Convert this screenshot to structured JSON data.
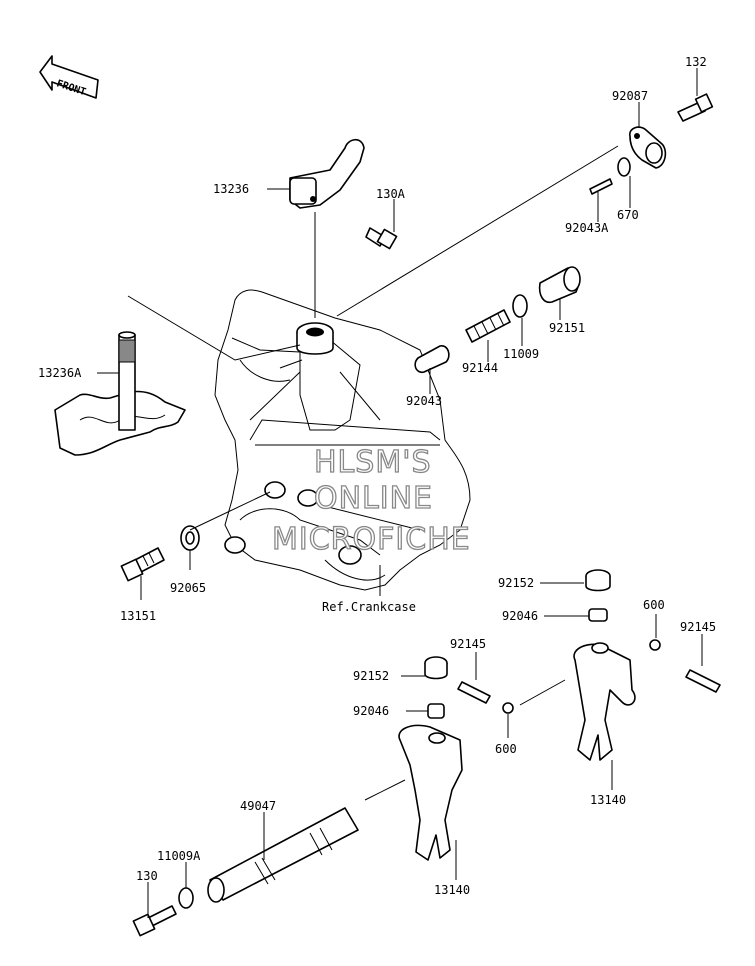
{
  "front_label": "FRONT",
  "ref_label": "Ref.Crankcase",
  "watermark": [
    "HLSM'S",
    "ONLINE",
    "MICROFICHE"
  ],
  "labels": {
    "p132": "132",
    "p92087": "92087",
    "p13236": "13236",
    "p130A": "130A",
    "p670": "670",
    "p92043A": "92043A",
    "p92151": "92151",
    "p11009": "11009",
    "p92144": "92144",
    "p13236A": "13236A",
    "p92043": "92043",
    "p92065": "92065",
    "p13151": "13151",
    "p92152a": "92152",
    "p92046a": "92046",
    "p600a": "600",
    "p92145a": "92145",
    "p92152b": "92152",
    "p92145b": "92145",
    "p92046b": "92046",
    "p600b": "600",
    "p13140a": "13140",
    "p49047": "49047",
    "p11009A": "11009A",
    "p130": "130",
    "p13140b": "13140"
  }
}
